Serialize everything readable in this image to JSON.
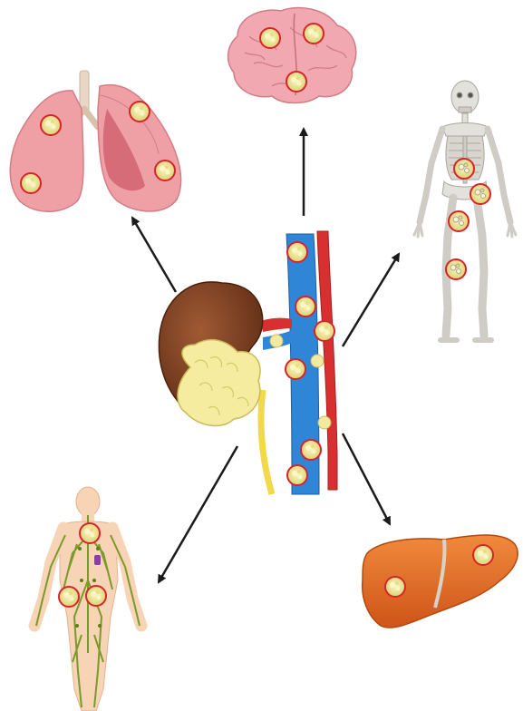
{
  "diagram": {
    "center": "kidney-with-tumor-and-vessels",
    "targets": [
      "lungs",
      "brain",
      "skeleton",
      "liver",
      "lymphatic-system"
    ],
    "colors": {
      "vein": "#2f86d6",
      "artery": "#d83030",
      "ureter": "#f1d94a",
      "kidney": "#7a3d20",
      "tumor": "#f3eaa0",
      "lesion_ring": "#d8232a",
      "lung": "#eea0a5",
      "brain": "#f2a8b0",
      "bone": "#e3e1dc",
      "liver": "#e5702a",
      "lymph": "#7a9a2a",
      "skin": "#f7d4b6",
      "arrow": "#1a1a1a"
    },
    "icons": [
      "arrow-icon",
      "lesion-icon"
    ]
  }
}
